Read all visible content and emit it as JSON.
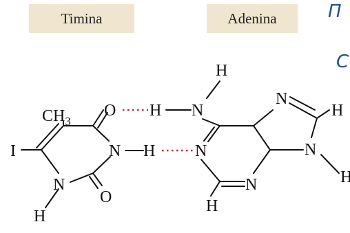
{
  "labels": {
    "left": "Timina",
    "right": "Adenina"
  },
  "cut_text": {
    "line1": "Π",
    "line2": "С"
  },
  "atoms": {
    "ch3": "CH",
    "ch3_sub": "3",
    "o": "O",
    "h": "H",
    "n": "N",
    "i": "I"
  },
  "colors": {
    "label_bg": "#f0e6cf",
    "hbond": "#d0204a",
    "side_text": "#1f4e9c"
  }
}
